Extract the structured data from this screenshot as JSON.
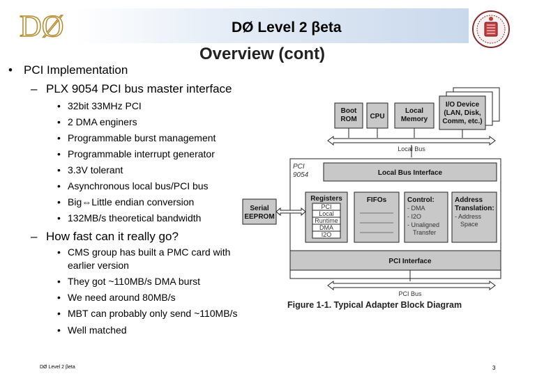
{
  "header": {
    "logo_text": "DØ",
    "title": "DØ Level 2 βeta"
  },
  "slide": {
    "title": "Overview (cont)"
  },
  "content": {
    "level1": "PCI Implementation",
    "section1": {
      "heading": "PLX 9054 PCI bus master interface",
      "bullets": [
        "32bit 33MHz PCI",
        "2 DMA enginers",
        "Programmable burst management",
        "Programmable interrupt generator",
        "3.3V tolerant",
        "Asynchronous local bus/PCI bus",
        "Big⇔Little endian conversion",
        "132MB/s theoretical bandwidth"
      ]
    },
    "section2": {
      "heading": "How fast can it really go?",
      "bullets": [
        {
          "line1": "CMS group has built a PMC card with",
          "line2": "earlier version"
        },
        {
          "line1": "They got ~110MB/s DMA burst"
        },
        {
          "line1": "We need around 80MB/s"
        },
        {
          "line1": "MBT can probably only send ~110MB/s"
        },
        {
          "line1": "Well matched"
        }
      ]
    }
  },
  "diagram": {
    "caption": "Figure 1-1.  Typical Adapter Block Diagram",
    "boot_rom": [
      "Boot",
      "ROM"
    ],
    "cpu": "CPU",
    "local_memory": [
      "Local",
      "Memory"
    ],
    "io_device": [
      "I/O Device",
      "(LAN, Disk,",
      "Comm, etc.)"
    ],
    "local_bus_label": "Local Bus",
    "pci_9054": [
      "PCI",
      "9054"
    ],
    "local_bus_interface": "Local Bus Interface",
    "serial_eeprom": [
      "Serial",
      "EEPROM"
    ],
    "registers": {
      "title": "Registers",
      "items": [
        "PCI",
        "Local",
        "Runtime",
        "DMA",
        "I2O"
      ]
    },
    "fifos": "FIFOs",
    "control": {
      "title": "Control:",
      "items": [
        "- DMA",
        "- I2O",
        "- Unaligned",
        "Transfer"
      ]
    },
    "address_translation": {
      "title": "Address",
      "title2": "Translation:",
      "items": [
        "- Address",
        "Space"
      ]
    },
    "pci_interface": "PCI Interface",
    "pci_bus_label": "PCI Bus"
  },
  "footer": {
    "left": "DØ Level 2 βeta",
    "page_number": "3"
  }
}
